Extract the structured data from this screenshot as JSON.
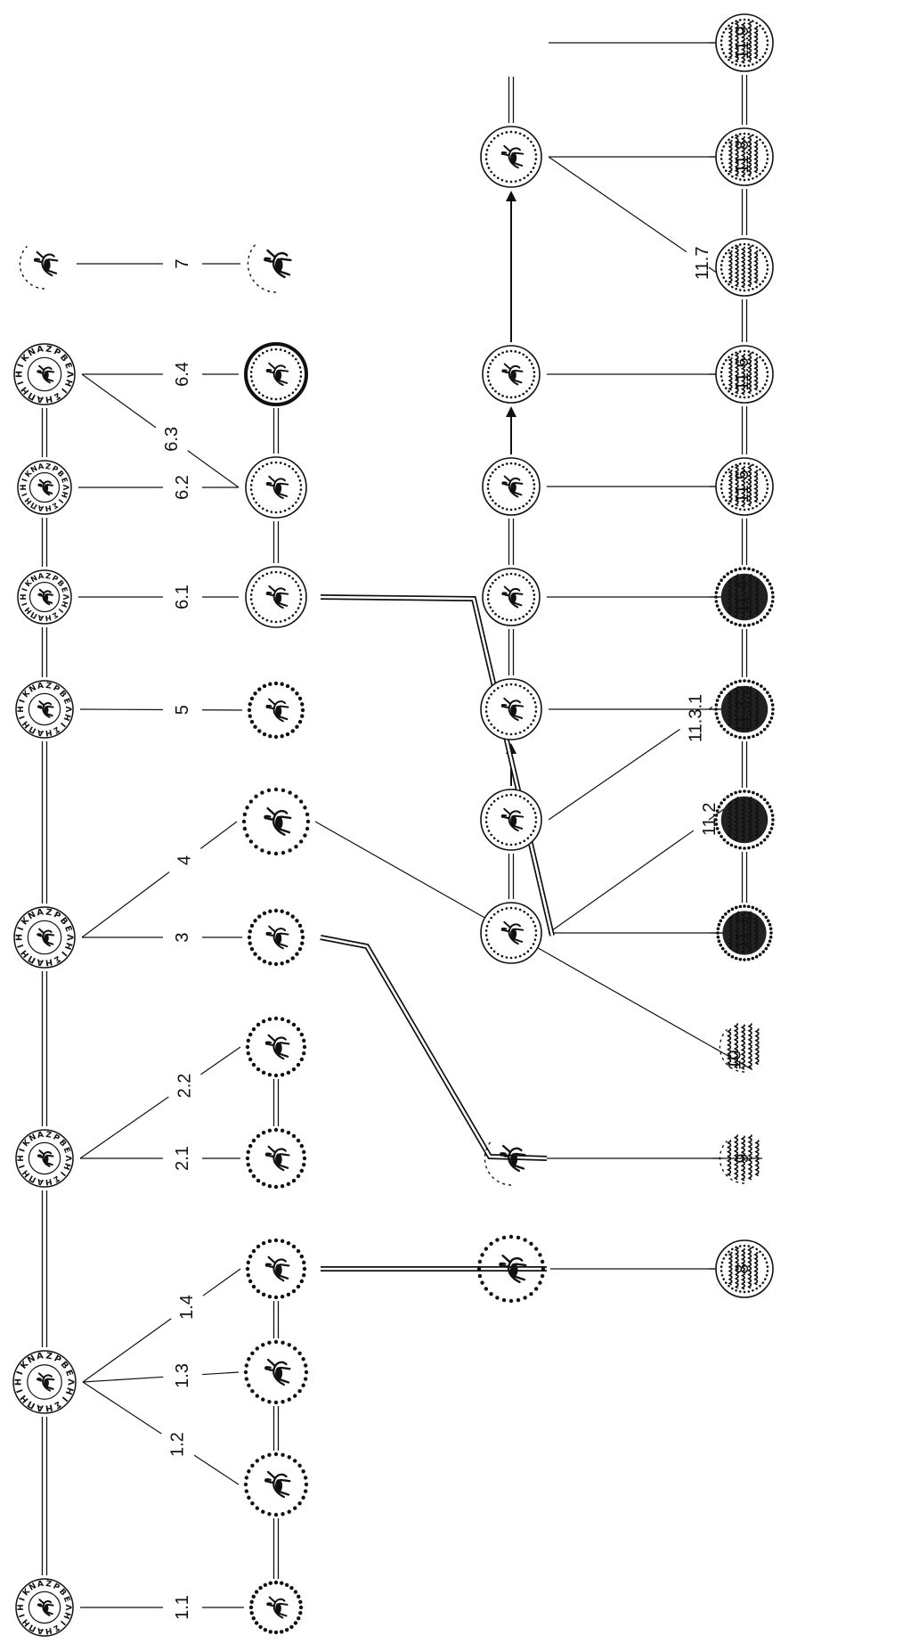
{
  "legend_glyphs": {
    "cyrillic_ring": "ΗΙΚΝΑΖΡΒΕΛΗΙΣΗΑΠΗΙ",
    "arabic_glyphs": "اللهمحمدرسول"
  },
  "coins": [
    {
      "id": "L0",
      "kind": "cyrillic",
      "style": "legend"
    },
    {
      "id": "L1",
      "kind": "cyrillic",
      "style": "legend"
    },
    {
      "id": "L2",
      "kind": "cyrillic",
      "style": "legend"
    },
    {
      "id": "L3",
      "kind": "cyrillic",
      "style": "legend"
    },
    {
      "id": "L4",
      "kind": "cyrillic",
      "style": "legend"
    },
    {
      "id": "L5",
      "kind": "cyrillic",
      "style": "legend"
    },
    {
      "id": "L6",
      "kind": "cyrillic",
      "style": "legend"
    },
    {
      "id": "L7",
      "kind": "cyrillic",
      "style": "legend"
    },
    {
      "id": "L8",
      "kind": "cyrillic",
      "style": "fragment"
    },
    {
      "id": "M1",
      "kind": "rider",
      "style": "dotted"
    },
    {
      "id": "M2",
      "kind": "rider",
      "style": "dotted"
    },
    {
      "id": "M3",
      "kind": "rider",
      "style": "dotted"
    },
    {
      "id": "M4",
      "kind": "rider",
      "style": "dotted"
    },
    {
      "id": "M5",
      "kind": "rider",
      "style": "dotted"
    },
    {
      "id": "M6",
      "kind": "rider",
      "style": "dotted"
    },
    {
      "id": "M7",
      "kind": "rider",
      "style": "dotted"
    },
    {
      "id": "M8",
      "kind": "rider",
      "style": "dotted"
    },
    {
      "id": "M9",
      "kind": "rider",
      "style": "dotted"
    },
    {
      "id": "M10",
      "kind": "rider",
      "style": "ring"
    },
    {
      "id": "M11",
      "kind": "rider",
      "style": "ring"
    },
    {
      "id": "M12",
      "kind": "rider",
      "style": "ring-bold"
    },
    {
      "id": "M13",
      "kind": "rider",
      "style": "fragment"
    },
    {
      "id": "R1",
      "kind": "rider",
      "style": "dotted"
    },
    {
      "id": "R2",
      "kind": "rider",
      "style": "fragment"
    },
    {
      "id": "R3",
      "kind": "rider",
      "style": "ring"
    },
    {
      "id": "R4",
      "kind": "rider",
      "style": "ring"
    },
    {
      "id": "R5",
      "kind": "rider",
      "style": "ring"
    },
    {
      "id": "R6",
      "kind": "rider",
      "style": "ring"
    },
    {
      "id": "R7",
      "kind": "rider",
      "style": "ring"
    },
    {
      "id": "R8",
      "kind": "rider",
      "style": "ring"
    },
    {
      "id": "R9",
      "kind": "rider",
      "style": "ring"
    },
    {
      "id": "A1",
      "kind": "arabic",
      "style": "ring"
    },
    {
      "id": "A2",
      "kind": "arabic",
      "style": "fragment"
    },
    {
      "id": "A3",
      "kind": "arabic",
      "style": "fragment"
    },
    {
      "id": "A4",
      "kind": "arabic",
      "style": "dense"
    },
    {
      "id": "A5",
      "kind": "arabic",
      "style": "dense"
    },
    {
      "id": "A6",
      "kind": "arabic",
      "style": "dense"
    },
    {
      "id": "A7",
      "kind": "arabic",
      "style": "dense"
    },
    {
      "id": "A8",
      "kind": "arabic",
      "style": "ring"
    },
    {
      "id": "A9",
      "kind": "arabic",
      "style": "ring"
    },
    {
      "id": "A10",
      "kind": "arabic",
      "style": "ring"
    },
    {
      "id": "A11",
      "kind": "arabic",
      "style": "ring"
    },
    {
      "id": "A12",
      "kind": "arabic",
      "style": "ring"
    }
  ],
  "links": [
    {
      "from": "L0",
      "to": "M1",
      "label": "1.1"
    },
    {
      "from": "L1",
      "to": "M2",
      "label": "1.2"
    },
    {
      "from": "L1",
      "to": "M3",
      "label": "1.3"
    },
    {
      "from": "L1",
      "to": "M4",
      "label": "1.4"
    },
    {
      "from": "L2",
      "to": "M5",
      "label": "2.1"
    },
    {
      "from": "L2",
      "to": "M6",
      "label": "2.2"
    },
    {
      "from": "L3",
      "to": "M7",
      "label": "3"
    },
    {
      "from": "L3",
      "to": "M8",
      "label": "4"
    },
    {
      "from": "L4",
      "to": "M9",
      "label": "5"
    },
    {
      "from": "L5",
      "to": "M10",
      "label": "6.1"
    },
    {
      "from": "L6",
      "to": "M11",
      "label": "6.2"
    },
    {
      "from": "L7",
      "to": "M11",
      "label": "6.3"
    },
    {
      "from": "L7",
      "to": "M12",
      "label": "6.4"
    },
    {
      "from": "L8",
      "to": "M13",
      "label": "7"
    },
    {
      "from": "R1",
      "to": "A1",
      "label": "8"
    },
    {
      "from": "R2",
      "to": "A2",
      "label": "9"
    },
    {
      "from": "M8",
      "to": "A3",
      "label": "10"
    },
    {
      "from": "R3",
      "to": "A4",
      "label": "11.1"
    },
    {
      "from": "R3",
      "to": "A5",
      "label": "11.2"
    },
    {
      "from": "R4",
      "to": "A6",
      "label": "11.3.1"
    },
    {
      "from": "R5",
      "to": "A6",
      "label": "11.3.2"
    },
    {
      "from": "R6",
      "to": "A7",
      "label": "11.4"
    },
    {
      "from": "R7",
      "to": "A8",
      "label": "11.5"
    },
    {
      "from": "R8",
      "to": "A9",
      "label": "11.6"
    },
    {
      "from": "R9",
      "to": "A10",
      "label": "11.7"
    },
    {
      "from": "R9",
      "to": "A11",
      "label": "11.8"
    },
    {
      "from": "R10",
      "to": "A12",
      "label": "11.9"
    }
  ],
  "chains": [
    {
      "ids": [
        "L0",
        "L1",
        "L2",
        "L3",
        "L4",
        "L5",
        "L6",
        "L7"
      ],
      "style": "double"
    },
    {
      "ids": [
        "M1",
        "M2",
        "M3",
        "M4"
      ],
      "style": "double"
    },
    {
      "ids": [
        "M5",
        "M6"
      ],
      "style": "double"
    },
    {
      "ids": [
        "M10",
        "M11",
        "M12"
      ],
      "style": "double"
    },
    {
      "ids": [
        "A4",
        "A5",
        "A6",
        "A7",
        "A8",
        "A9",
        "A10",
        "A11",
        "A12"
      ],
      "style": "double"
    },
    {
      "ids": [
        "R3",
        "R4"
      ],
      "style": "double"
    },
    {
      "ids": [
        "R5",
        "R6",
        "R7"
      ],
      "style": "double"
    },
    {
      "ids": [
        "R9",
        "R10"
      ],
      "style": "double"
    }
  ],
  "arrows": [
    {
      "from": "R4",
      "to": "R5"
    },
    {
      "from": "R7",
      "to": "R8"
    },
    {
      "from": "R8",
      "to": "R9"
    }
  ],
  "transfers": [
    {
      "from": "M4",
      "to": "R1"
    },
    {
      "from": "M7",
      "to": "R2"
    },
    {
      "from": "M10",
      "to": "R3"
    }
  ]
}
